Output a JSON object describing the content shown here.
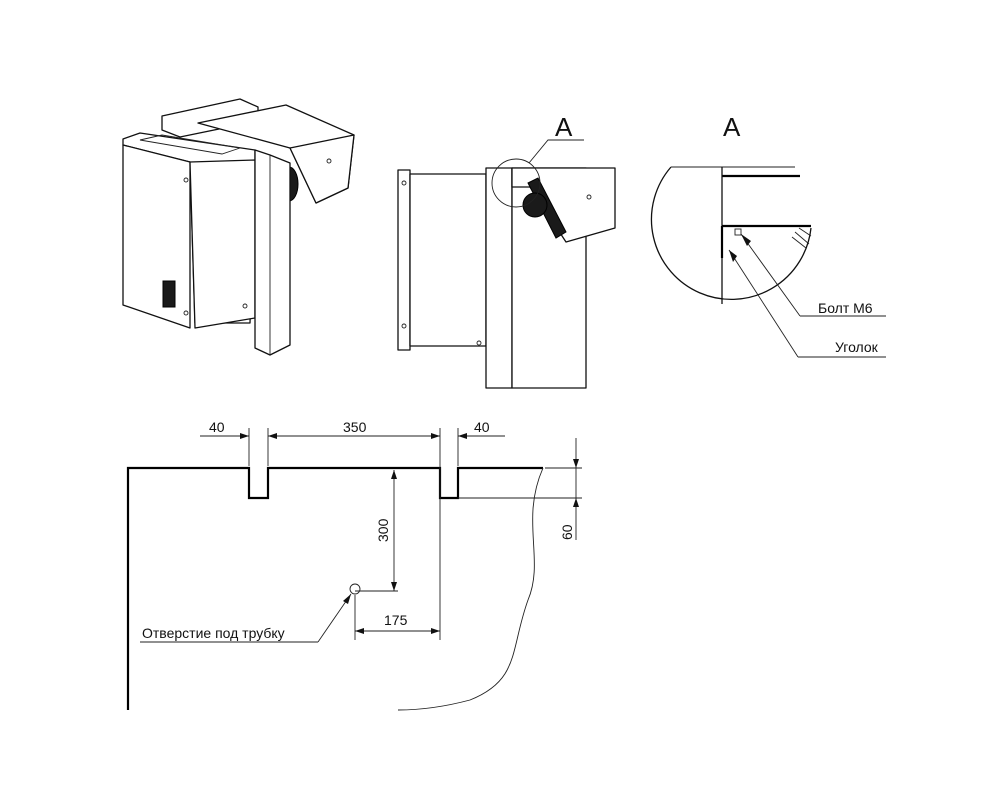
{
  "views": {
    "section_marker": "A",
    "detail_title": "A"
  },
  "callouts": {
    "bolt": "Болт М6",
    "corner": "Уголок",
    "hole": "Отверстие под трубку"
  },
  "dimensions": {
    "left_cut": "40",
    "between": "350",
    "right_cut": "40",
    "cut_depth": "60",
    "hole_depth": "300",
    "hole_offset": "175"
  }
}
